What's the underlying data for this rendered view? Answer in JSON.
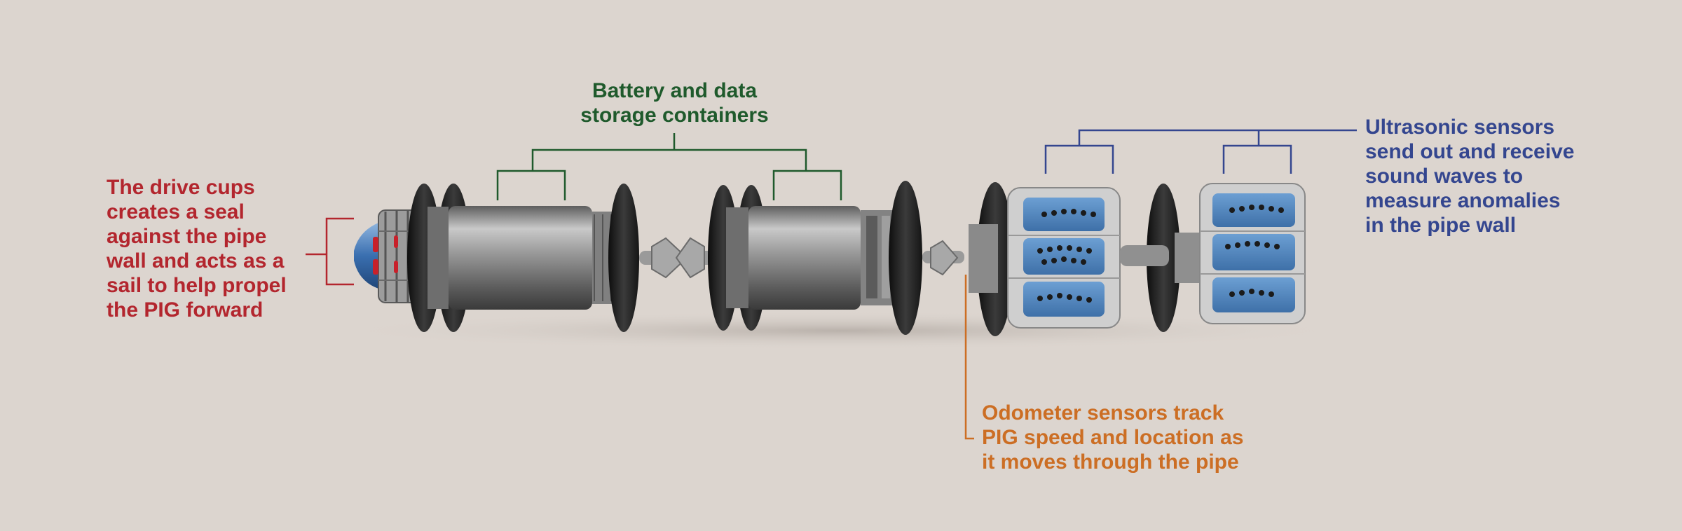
{
  "colors": {
    "background": "#dcd5cf",
    "drive_cups": "#b3262e",
    "battery": "#1f5a2c",
    "ultrasonic": "#34468f",
    "odometer": "#cc6e24",
    "metal": "#8f8f8f",
    "disc": "#1c1c1c",
    "sensor_pad": "#4f86c0"
  },
  "icons": [
    "pig-nose-cone",
    "drive-cup-disc",
    "battery-canister",
    "universal-joint",
    "ultrasonic-sensor-module"
  ],
  "labels": {
    "drive_cups": [
      "The drive cups",
      "creates a seal",
      "against the pipe",
      "wall and acts as a",
      "sail to help propel",
      "the PIG forward"
    ],
    "battery": [
      "Battery and data",
      "storage containers"
    ],
    "ultrasonic": [
      "Ultrasonic sensors",
      "send out and receive",
      "sound waves to",
      "measure anomalies",
      "in the pipe wall"
    ],
    "odometer": [
      "Odometer sensors track",
      "PIG speed and location as",
      "it moves through the pipe"
    ]
  }
}
